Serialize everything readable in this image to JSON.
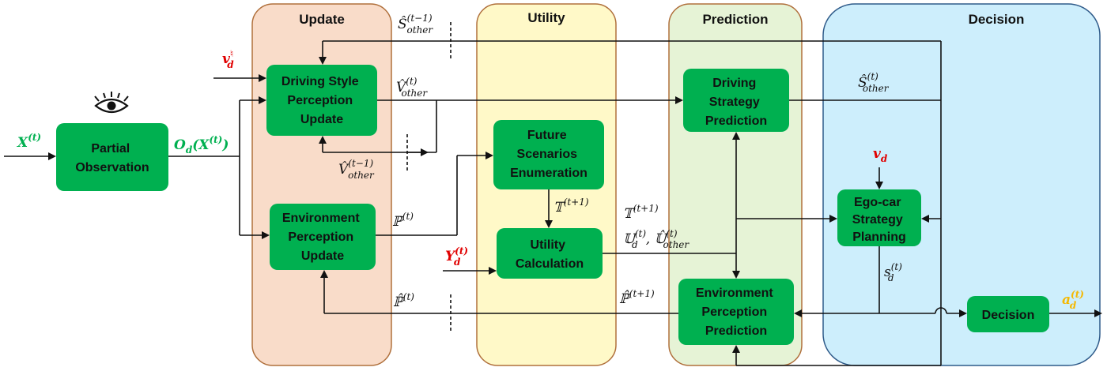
{
  "panels": {
    "update": {
      "title": "Update",
      "color": "#f9dcc9"
    },
    "utility": {
      "title": "Utility",
      "color": "#fff9c8"
    },
    "prediction": {
      "title": "Prediction",
      "color": "#e6f3d6"
    },
    "decision": {
      "title": "Decision",
      "color": "#cdeefc"
    }
  },
  "blocks": {
    "partial_observation": [
      "Partial",
      "Observation"
    ],
    "driving_style_update": [
      "Driving Style",
      "Perception",
      "Update"
    ],
    "environment_perception_update": [
      "Environment",
      "Perception",
      "Update"
    ],
    "future_scenarios": [
      "Future",
      "Scenarios",
      "Enumeration"
    ],
    "utility_calculation": [
      "Utility",
      "Calculation"
    ],
    "driving_strategy_prediction": [
      "Driving",
      "Strategy",
      "Prediction"
    ],
    "environment_perception_prediction": [
      "Environment",
      "Perception",
      "Prediction"
    ],
    "ego_car_planning": [
      "Ego-car",
      "Strategy",
      "Planning"
    ],
    "decision": [
      "Decision"
    ]
  },
  "block_color": "#00b050",
  "symbols": {
    "x_t": {
      "base": "X",
      "sup": "(t)"
    },
    "o_d": {
      "base": "O",
      "sub": "d",
      "tail": "(X",
      "tail_sup": "(t)",
      "end": ")"
    },
    "v_d_natural": {
      "base": "v",
      "sub": "d",
      "sup": "♮"
    },
    "s_other_prev": {
      "base": "Ŝ",
      "sub": "other",
      "sup": "(t−1)"
    },
    "v_other_t": {
      "base": "V̂",
      "sub": "other",
      "sup": "(t)"
    },
    "v_other_prev": {
      "base": "V̂",
      "sub": "other",
      "sup": "(t−1)"
    },
    "p_t": {
      "base": "ℙ",
      "sup": "(t)"
    },
    "p_hat_t": {
      "base": "ℙ̂",
      "sup": "(t)"
    },
    "p_hat_t1": {
      "base": "ℙ̂",
      "sup": "(t+1)"
    },
    "t_t1_a": {
      "base": "𝕋",
      "sup": "(t+1)"
    },
    "t_t1_b": {
      "base": "𝕋",
      "sup": "(t+1)"
    },
    "u_d": {
      "base": "𝕌",
      "sub": "d",
      "sup": "(t)",
      "tail": ", 𝕌̂",
      "tail_sub": "other",
      "tail_sup": "(t)"
    },
    "y_d": {
      "base": "Y",
      "sub": "d",
      "sup": "(t)"
    },
    "s_other_t": {
      "base": "Ŝ",
      "sub": "other",
      "sup": "(t)"
    },
    "v_d": {
      "base": "v",
      "sub": "d"
    },
    "s_d": {
      "base": "s",
      "sub": "d",
      "sup": "(t)"
    },
    "a_d": {
      "base": "a",
      "sub": "d",
      "sup": "(t)"
    }
  },
  "colors": {
    "green_text": "#00b050",
    "red_text": "#e00000",
    "gold_text": "#f5b800"
  }
}
